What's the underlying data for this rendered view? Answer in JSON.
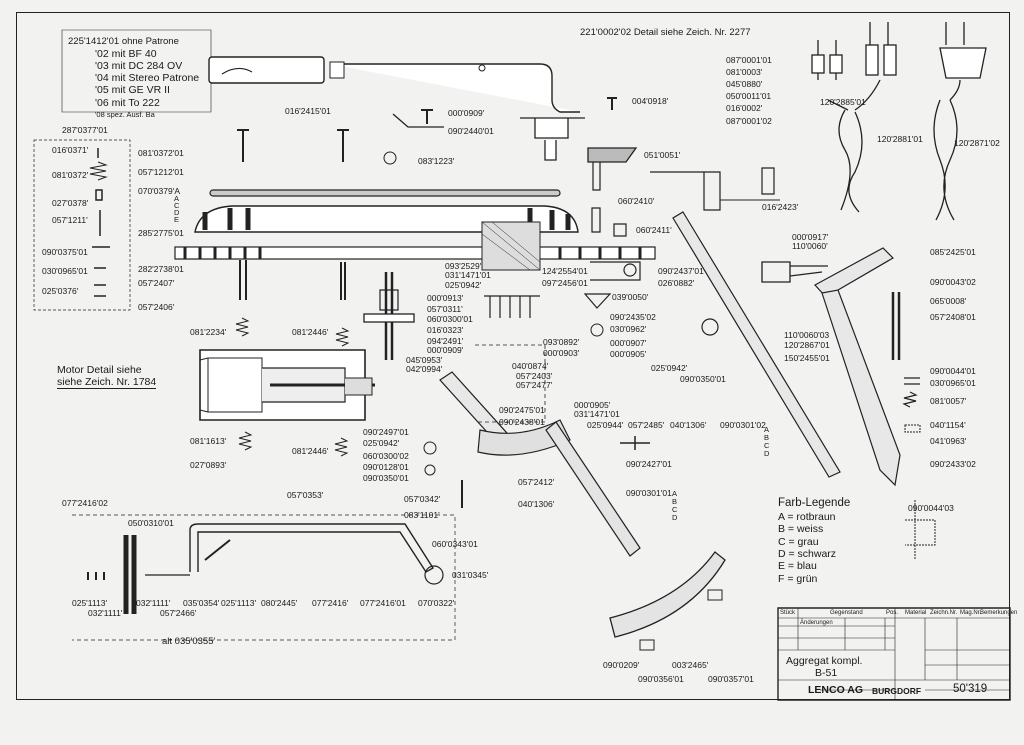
{
  "variants": {
    "base": "225'1412'01 ohne Patrone",
    "items": [
      "'02 mit BF 40",
      "'03 mit DC 284 OV",
      "'04 mit Stereo Patrone",
      "'05 mit GE VR II",
      "'06 mit To 222",
      "'08 spez. Ausf. Ba"
    ]
  },
  "detail_note": "221'0002'02   Detail siehe Zeich. Nr.  2277",
  "motor_note": [
    "Motor Detail  siehe",
    "siehe Zeich. Nr. 1784"
  ],
  "legend": {
    "title": "Farb-Legende",
    "items": [
      "A = rotbraun",
      "B = weiss",
      "C = grau",
      "D = schwarz",
      "E = blau",
      "F = grün"
    ]
  },
  "alt_note": "alt 035'0355'",
  "parts_left": [
    "287'0377'01",
    "016'0371'",
    "081'0372'",
    "027'0378'",
    "057'1211'",
    "090'0375'01",
    "030'0965'01",
    "025'0376'",
    "081'0372'01",
    "057'1212'01",
    "070'0379'A",
    "285'2775'01",
    "282'2738'01",
    "057'2407'",
    "057'2406'",
    "081'2234'",
    "081'2446'",
    "081'1613'",
    "081'2446'",
    "027'0893'"
  ],
  "parts_top": [
    "016'2415'01",
    "000'0909'",
    "090'2440'01",
    "083'1223'",
    "004'0918'",
    "051'0051'",
    "060'2410'",
    "060'2411'",
    "087'0001'01",
    "081'0003'",
    "045'0880'",
    "050'0011'01",
    "016'0002'",
    "087'0001'02",
    "016'2423'",
    "120'2885'01",
    "120'2881'01",
    "120'2871'02"
  ],
  "parts_center": [
    "093'2529'",
    "031'1471'01",
    "025'0942'",
    "000'0913'",
    "057'0311'",
    "060'0300'01",
    "016'0323'",
    "094'2491'",
    "000'0909'",
    "045'0953'",
    "042'0994'",
    "124'2554'01",
    "097'2456'01",
    "090'2437'01",
    "026'0882'",
    "039'0050'",
    "090'2435'02",
    "030'0962'",
    "000'0907'",
    "000'0905'",
    "093'0892'",
    "000'0903'",
    "040'0874'",
    "057'2403'",
    "057'2477'",
    "000'0905'",
    "031'1471'01",
    "090'2475'01",
    "090'2438'01",
    "025'0944'",
    "057'2485'",
    "040'1306'",
    "090'0301'02",
    "090'2497'01",
    "025'0942'",
    "060'0300'02",
    "090'0128'01",
    "090'0350'01",
    "025'0942'",
    "090'0350'01",
    "090'2427'01",
    "057'2412'",
    "040'1306'",
    "090'0301'01",
    "057'0342'",
    "083'1101'",
    "060'0343'01",
    "057'0353'"
  ],
  "parts_right": [
    "000'0917'",
    "110'0060'",
    "085'2425'01",
    "090'0043'02",
    "065'0008'",
    "057'2408'01",
    "110'0060'03",
    "120'2867'01",
    "150'2455'01",
    "090'0044'01",
    "030'0965'01",
    "081'0057'",
    "040'1154'",
    "041'0963'",
    "090'2433'02",
    "090'0044'03"
  ],
  "parts_bottom": [
    "077'2416'02",
    "050'0310'01",
    "025'1113'",
    "032'1111'",
    "032'1111'",
    "057'2466'",
    "035'0354'",
    "025'1113'",
    "080'2445'",
    "077'2416'",
    "077'2416'01",
    "070'0322'",
    "031'0345'",
    "090'0209'",
    "090'0356'01",
    "090'0357'01",
    "003'2465'"
  ],
  "letters_ACDE": "A C D E",
  "letters_ABCD": "A B C D",
  "title_block": {
    "header": [
      "Stück",
      "Gegenstand",
      "Pos.",
      "Material",
      "Zeichn.Nr.",
      "Mag.Nr.",
      "Bemerkungen"
    ],
    "changes": "Änderungen",
    "title": "Aggregat kompl.",
    "model": "B-51",
    "company": "LENCO AG",
    "city": "BURGDORF",
    "number": "50'319"
  }
}
